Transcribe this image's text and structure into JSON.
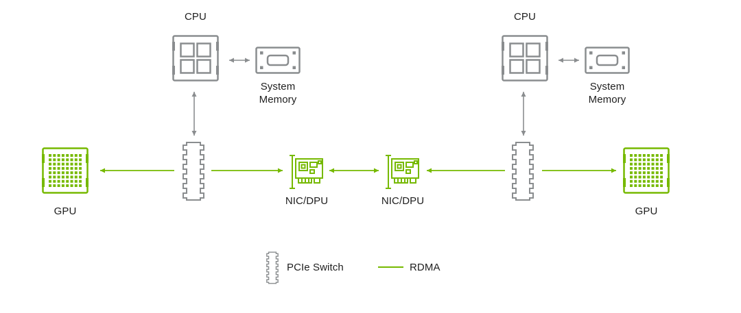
{
  "colors": {
    "green": "#76B900",
    "gray": "#8A8D8F",
    "text": "#1E1E1E",
    "background": "#FFFFFF"
  },
  "diagram": {
    "left": {
      "cpu": "CPU",
      "system_memory": "System Memory",
      "gpu": "GPU",
      "nic": "NIC/DPU"
    },
    "right": {
      "cpu": "CPU",
      "system_memory": "System Memory",
      "gpu": "GPU",
      "nic": "NIC/DPU"
    },
    "legend": {
      "pcie_switch": "PCIe Switch",
      "rdma": "RDMA"
    }
  },
  "connections": [
    {
      "from": "cpu-left",
      "to": "system-memory-left",
      "style": "double-arrow",
      "color": "gray"
    },
    {
      "from": "cpu-left",
      "to": "pcie-switch-left",
      "style": "double-arrow",
      "color": "gray"
    },
    {
      "from": "pcie-switch-left",
      "to": "gpu-left",
      "style": "arrow",
      "color": "green"
    },
    {
      "from": "pcie-switch-left",
      "to": "nic-left",
      "style": "arrow",
      "color": "green"
    },
    {
      "from": "nic-left",
      "to": "nic-right",
      "style": "double-arrow",
      "color": "green"
    },
    {
      "from": "cpu-right",
      "to": "system-memory-right",
      "style": "double-arrow",
      "color": "gray"
    },
    {
      "from": "cpu-right",
      "to": "pcie-switch-right",
      "style": "double-arrow",
      "color": "gray"
    },
    {
      "from": "pcie-switch-right",
      "to": "nic-right",
      "style": "arrow",
      "color": "green"
    },
    {
      "from": "pcie-switch-right",
      "to": "gpu-right",
      "style": "arrow",
      "color": "green"
    }
  ]
}
